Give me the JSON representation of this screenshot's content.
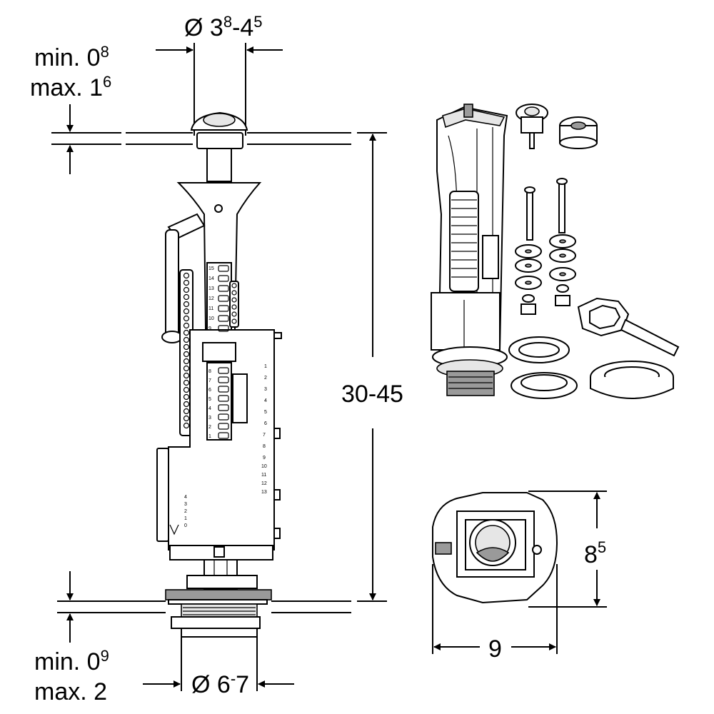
{
  "dimensions": {
    "top_diameter": {
      "prefix": "Ø 3",
      "sup1": "8",
      "mid": "-4",
      "sup2": "5"
    },
    "top_thickness": {
      "min_label": "min. 0",
      "min_sup": "8",
      "max_label": "max. 1",
      "max_sup": "6"
    },
    "total_height": "30-45",
    "bottom_thickness": {
      "min_label": "min. 0",
      "min_sup": "9",
      "max_label": "max. 2"
    },
    "bottom_diameter": {
      "prefix": "Ø 6",
      "sup": "-",
      "suffix": "7"
    },
    "valve_width": "9",
    "valve_depth": {
      "main": "8",
      "sup": "5"
    }
  },
  "scale_marks": {
    "left_upper": [
      "15",
      "14",
      "13",
      "12",
      "11",
      "10",
      "9"
    ],
    "center_lower": [
      "8",
      "7",
      "6",
      "5",
      "4",
      "3",
      "2",
      "1"
    ],
    "right_column": [
      "1",
      "2",
      "3",
      "4",
      "5",
      "6",
      "7",
      "8",
      "9",
      "10",
      "11",
      "12",
      "13"
    ],
    "left_lower": [
      "4",
      "3",
      "2",
      "1",
      "0"
    ]
  }
}
